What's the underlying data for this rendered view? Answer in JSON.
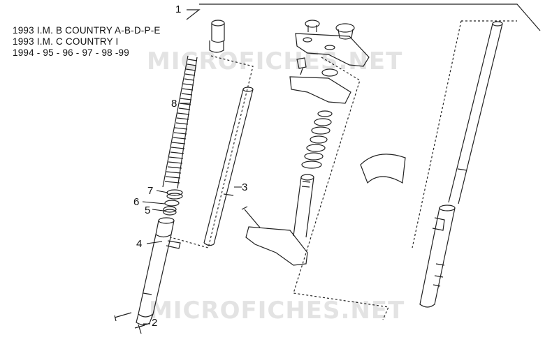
{
  "header": {
    "line1": "1993 I.M. B COUNTRY A-B-D-P-E",
    "line2": "1993 I.M. C COUNTRY I",
    "line3": "1994 - 95 - 96 - 97 - 98 -99"
  },
  "watermark": {
    "top": "MICROFICHES.NET",
    "bottom": "MICROFICHES.NET"
  },
  "callouts": {
    "c1": "1",
    "c2": "2",
    "c3": "3",
    "c4": "4",
    "c5": "5",
    "c6": "6",
    "c7": "7",
    "c8": "8"
  }
}
